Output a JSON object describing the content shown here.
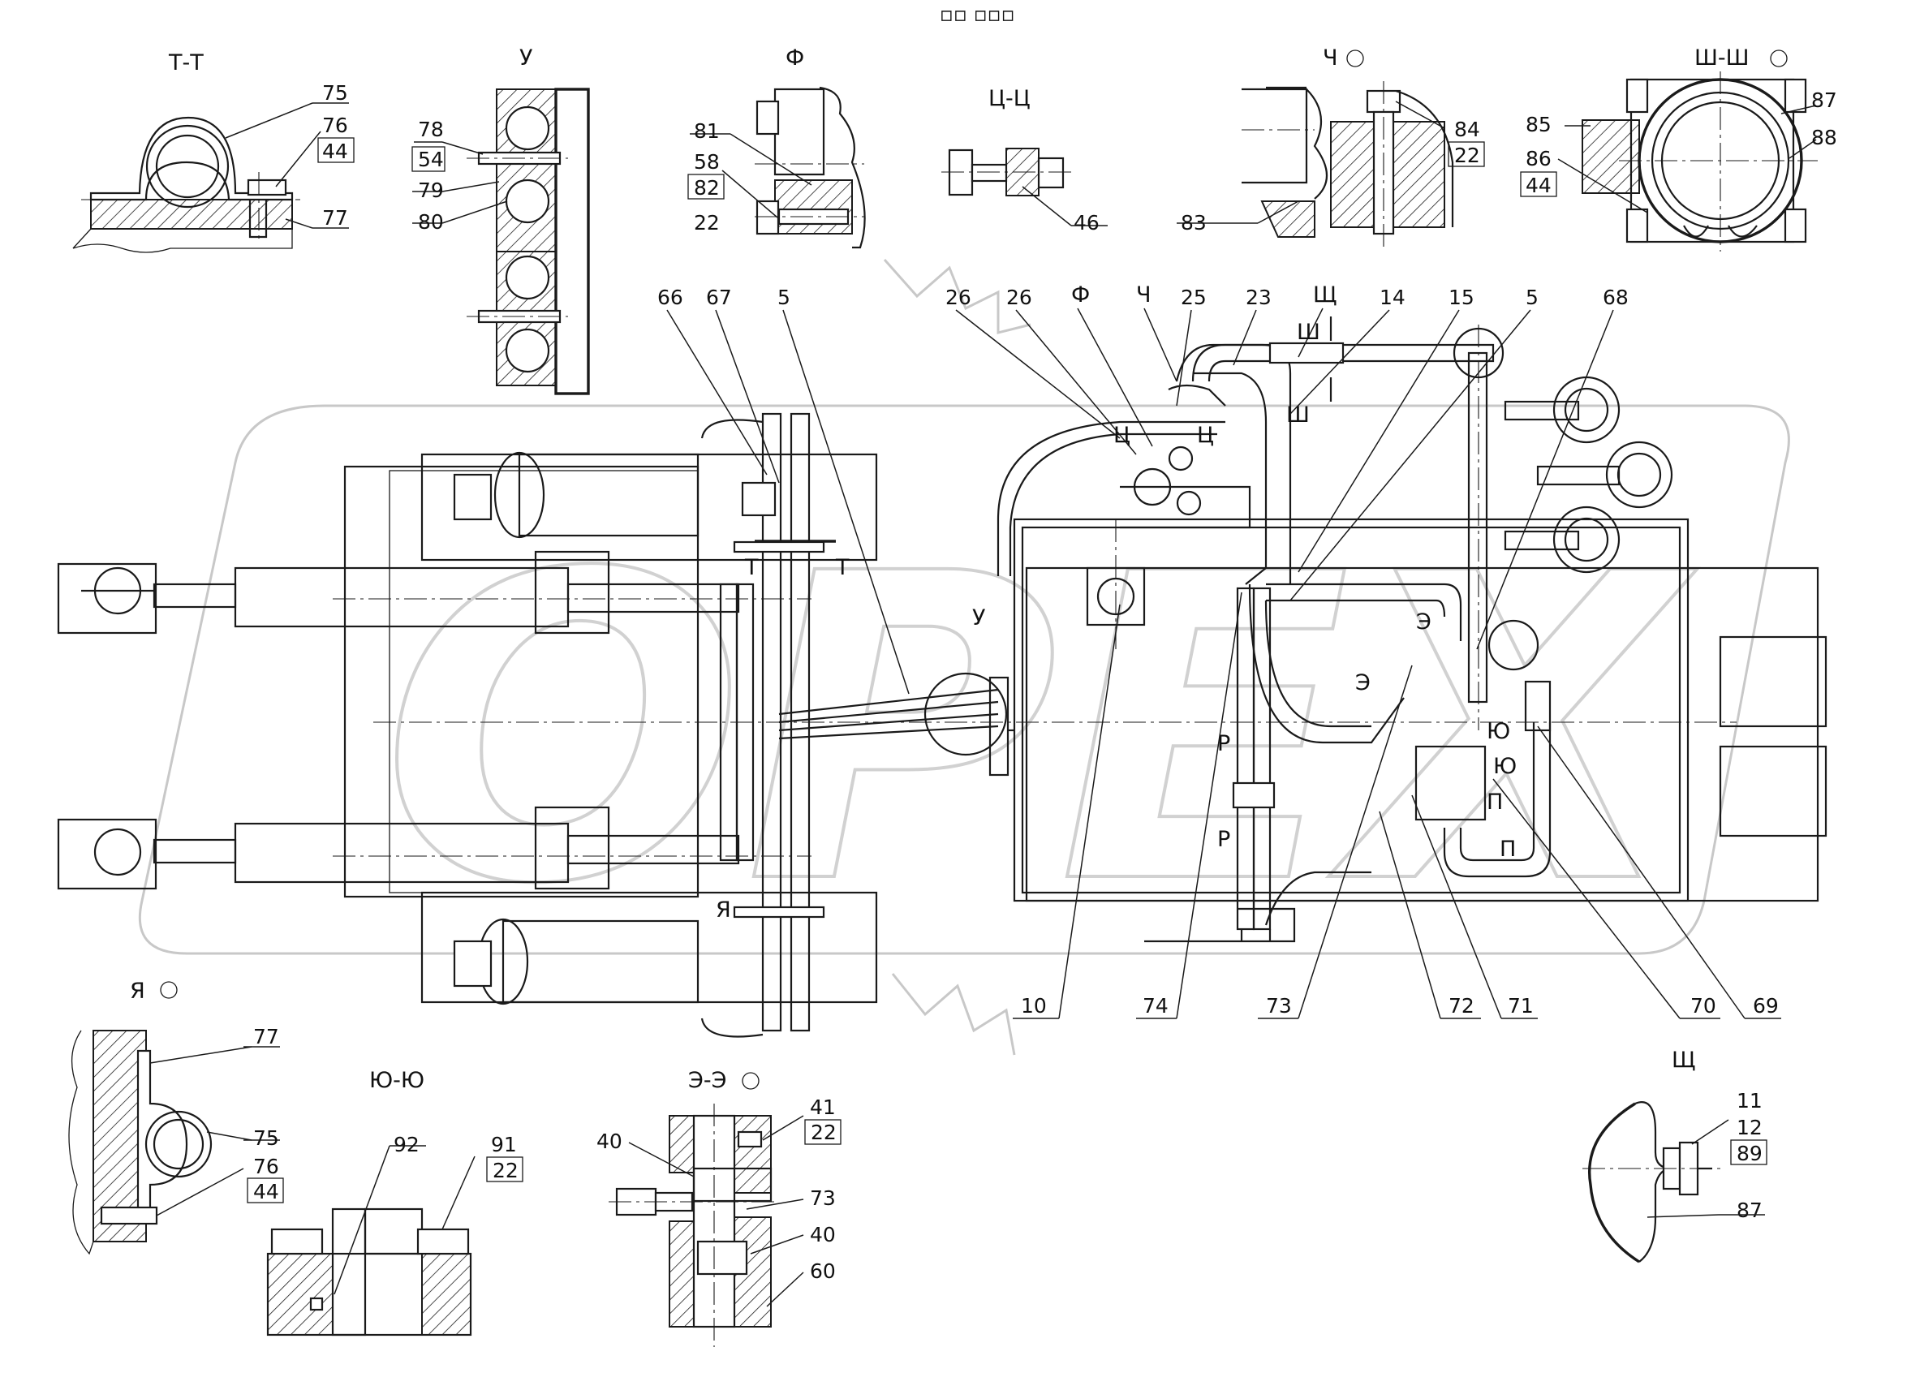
{
  "header_mark": "▫▫ ▫▫▫",
  "section_titles": {
    "tt": "Т-Т",
    "u": "У",
    "f": "Ф",
    "tsts": "Ц-Ц",
    "ch": "Ч",
    "shsh": "Ш-Ш",
    "ya": "Я",
    "yuyu": "Ю-Ю",
    "ee": "Э-Э",
    "sch": "Щ"
  },
  "callouts": {
    "n75": "75",
    "n76": "76",
    "n44": "44",
    "n77": "77",
    "n78": "78",
    "n54": "54",
    "n79": "79",
    "n80": "80",
    "n81": "81",
    "n58": "58",
    "n82": "82",
    "n22": "22",
    "n46": "46",
    "n84": "84",
    "n83": "83",
    "n85": "85",
    "n86": "86",
    "n87": "87",
    "n88": "88",
    "n66": "66",
    "n67": "67",
    "n5": "5",
    "n26": "26",
    "n25": "25",
    "n23": "23",
    "n14": "14",
    "n15": "15",
    "n68": "68",
    "n10": "10",
    "n74": "74",
    "n73": "73",
    "n72": "72",
    "n71": "71",
    "n70": "70",
    "n69": "69",
    "n92": "92",
    "n91": "91",
    "n41": "41",
    "n40": "40",
    "n60": "60",
    "n11": "11",
    "n12": "12",
    "n89": "89"
  },
  "cut_marks": {
    "t": "Т",
    "u": "У",
    "f": "Ф",
    "ch": "Ч",
    "sh": "Ш",
    "sch": "Щ",
    "r": "Р",
    "e": "Э",
    "yu": "Ю",
    "p": "П",
    "ya": "Я",
    "ts": "Ц"
  },
  "watermark_text": "ОРЕХ"
}
